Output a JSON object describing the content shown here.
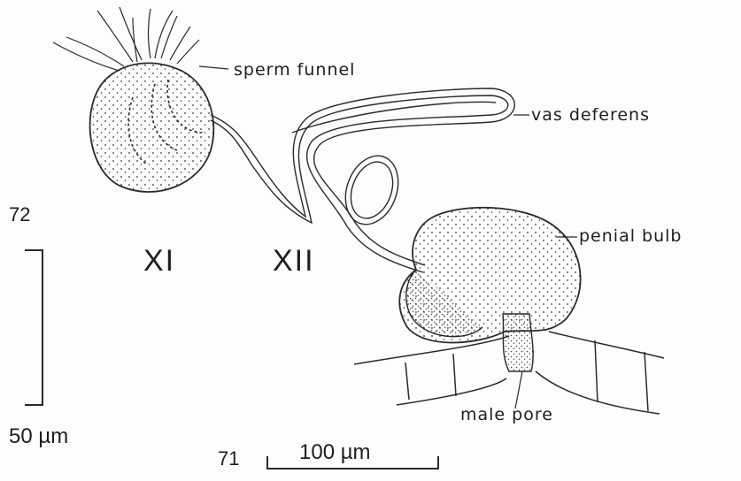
{
  "labels": {
    "sperm_funnel": "sperm funnel",
    "vas_deferens": "vas deferens",
    "penial_bulb": "penial bulb",
    "male_pore": "male pore",
    "segment_xi": "XI",
    "segment_xii": "XII"
  },
  "figures": {
    "fig_72": "72",
    "fig_71": "71"
  },
  "scale_bars": {
    "vertical": "50 µm",
    "horizontal": "100 µm"
  },
  "colors": {
    "ink": "#1e1e1e",
    "paper": "#fdfdfc"
  }
}
